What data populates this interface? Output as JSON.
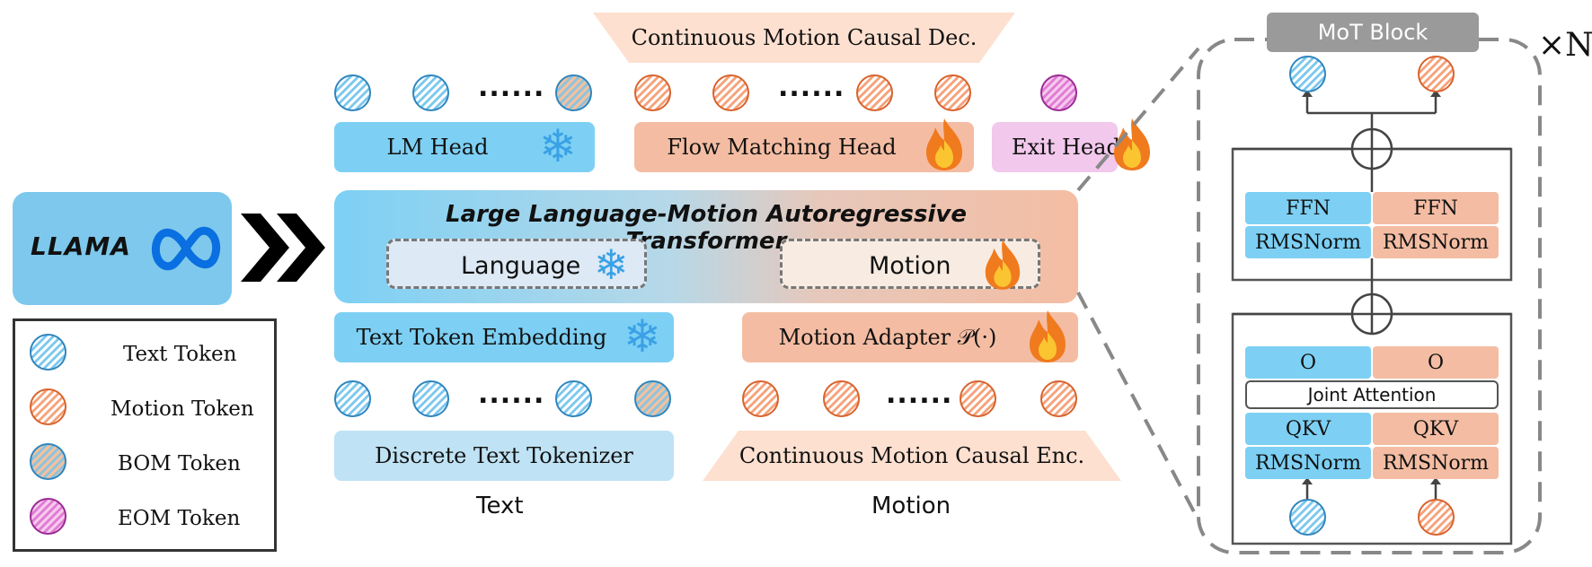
{
  "top": {
    "decoder_label": "Continuous Motion Causal Dec.",
    "lm_head": "LM Head",
    "flow_head": "Flow Matching Head",
    "exit_head": "Exit Head",
    "dots": "......"
  },
  "llama": {
    "label": "LLAMA"
  },
  "transformer": {
    "title": "Large Language-Motion Autoregressive Transformer",
    "language": "Language",
    "motion": "Motion"
  },
  "bottom": {
    "text_embedding": "Text Token Embedding",
    "motion_adapter": "Motion Adapter 𝒫(·)",
    "tokenizer": "Discrete Text Tokenizer",
    "encoder": "Continuous Motion Causal Enc.",
    "text_caption": "Text",
    "motion_caption": "Motion",
    "dots": "......"
  },
  "legend": {
    "items": [
      {
        "label": "Text Token",
        "kind": "text"
      },
      {
        "label": "Motion Token",
        "kind": "motion"
      },
      {
        "label": "BOM Token",
        "kind": "bom"
      },
      {
        "label": "EOM Token",
        "kind": "eom"
      }
    ]
  },
  "mot": {
    "title": "MoT Block",
    "repeat": "×N",
    "ffn_left": "FFN",
    "ffn_right": "FFN",
    "rms1_left": "RMSNorm",
    "rms1_right": "RMSNorm",
    "o_left": "O",
    "o_right": "O",
    "joint_attention": "Joint Attention",
    "qkv_left": "QKV",
    "qkv_right": "QKV",
    "rms2_left": "RMSNorm",
    "rms2_right": "RMSNorm"
  },
  "colors": {
    "blue": "#7dd0f4",
    "orange": "#f4bda3",
    "pink": "#f2c8ec",
    "snowflake": "#3aa1e6",
    "fire": "#f07a1e"
  },
  "icons": [
    "snowflake-icon",
    "fire-icon",
    "meta-infinity-icon",
    "double-chevron-icon",
    "plus-circle-icon"
  ]
}
